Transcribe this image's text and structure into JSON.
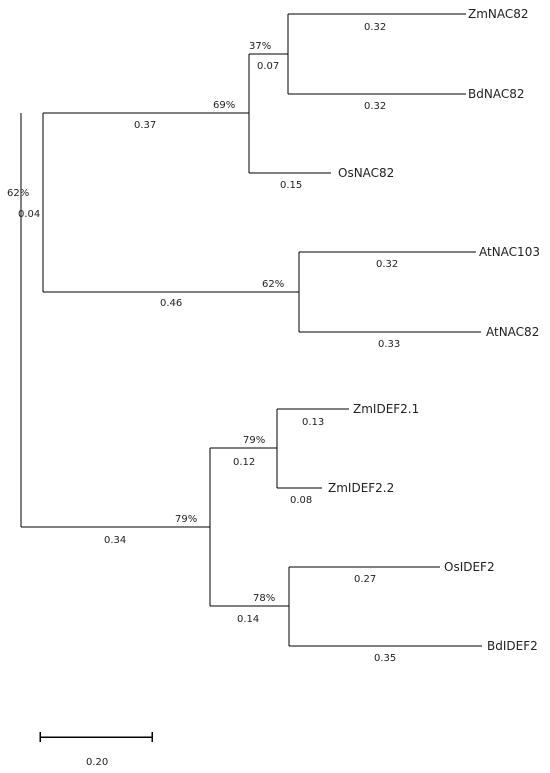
{
  "tree": {
    "taxa": {
      "ZmNAC82": "ZmNAC82",
      "BdNAC82": "BdNAC82",
      "OsNAC82": "OsNAC82",
      "AtNAC103": "AtNAC103",
      "AtNAC82": "AtNAC82",
      "ZmIDEF2_1": "ZmIDEF2.1",
      "ZmIDEF2_2": "ZmIDEF2.2",
      "OsIDEF2": "OsIDEF2",
      "BdIDEF2": "BdIDEF2"
    },
    "branch_lengths": {
      "ZmNAC82": "0.32",
      "BdNAC82": "0.32",
      "zm_bd_clade": "0.07",
      "OsNAC82": "0.15",
      "grass_nac82_clade": "0.37",
      "AtNAC103": "0.32",
      "AtNAC82": "0.33",
      "at_clade": "0.46",
      "nac82_clade": "0.04",
      "ZmIDEF2_1": "0.13",
      "ZmIDEF2_2": "0.08",
      "zm_idef_clade": "0.12",
      "OsIDEF2": "0.27",
      "BdIDEF2": "0.35",
      "os_bd_idef_clade": "0.14",
      "idef_clade": "0.34"
    },
    "bootstrap": {
      "zm_bd_clade": "37%",
      "grass_nac82_clade": "69%",
      "at_clade": "62%",
      "nac82_clade": "62%",
      "zm_idef_clade": "79%",
      "os_bd_idef_clade": "78%",
      "idef_clade": "79%"
    },
    "scale_label": "0.20"
  }
}
